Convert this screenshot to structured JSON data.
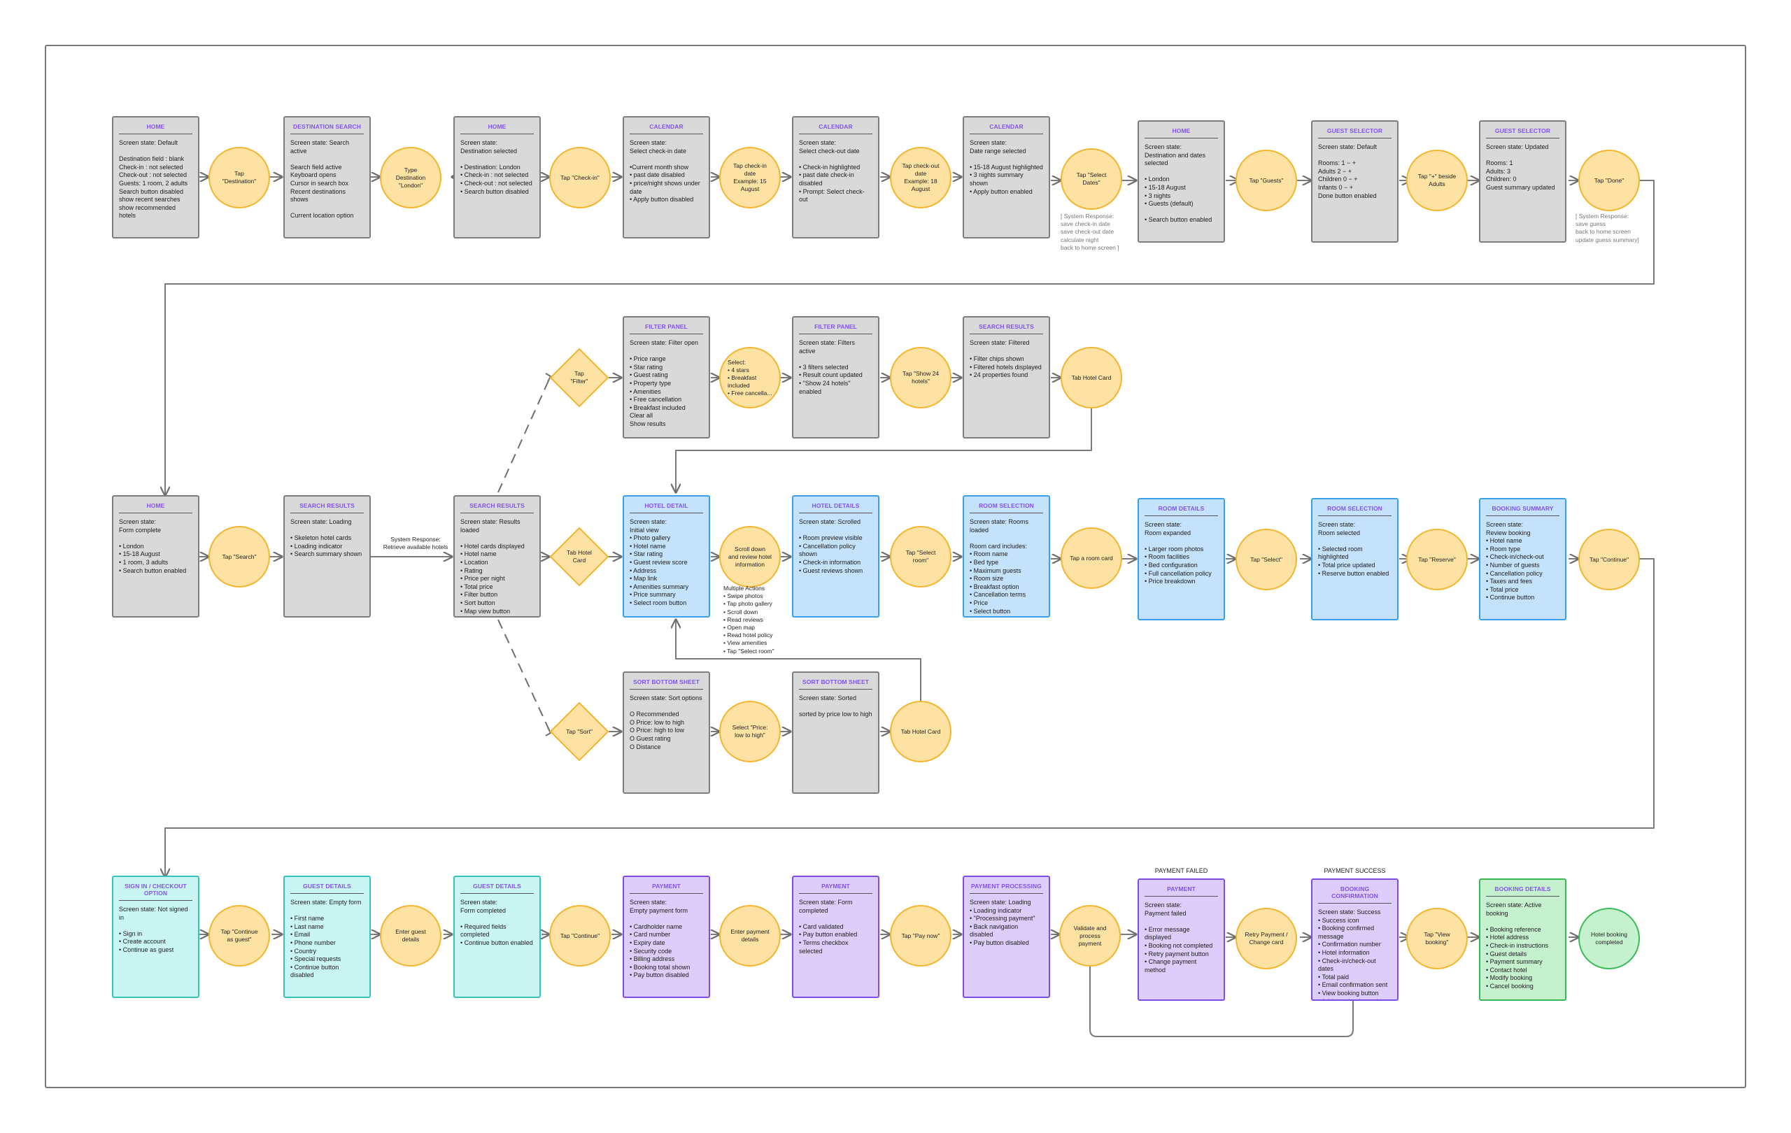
{
  "nodes": [
    {
      "title": "HOME",
      "text": "Screen state: Default\n\nDestination field : blank\nCheck-in : not selected\nCheck-out : not selected\nGuests: 1 room, 2 adults\nSearch button disabled\nshow recent searches\nshow recommended hotels"
    },
    {
      "title": "DESTINATION SEARCH",
      "text": "Screen state: Search active\n\nSearch field active\nKeyboard opens\nCursor in search box\nRecent destinations shows\n\nCurrent location option"
    },
    {
      "title": "HOME",
      "text": "Screen state:\nDestination selected\n\n• Destination: London\n• Check-in : not selected\n• Check-out : not selected\n• Search button disabled"
    },
    {
      "title": "CALENDAR",
      "text": "Screen state:\nSelect check-in date\n\n•Current month show\n• past date disabled\n• price/night shows under date\n• Apply button disabled"
    },
    {
      "title": "CALENDAR",
      "text": "Screen state:\nSelect check-out date\n\n• Check-in highlighted\n• past date check-in disabled\n• Prompt: Select check-out"
    },
    {
      "title": "CALENDAR",
      "text": "Screen state:\nDate range  selected\n\n• 15-18 August highlighted\n• 3 nights summary shown\n• Apply button enabled"
    },
    {
      "title": "HOME",
      "text": "Screen state:\nDestination and dates selected\n\n• London\n• 15-18 August\n• 3 nights\n• Guests (default)\n\n• Search button enabled"
    },
    {
      "title": "GUEST SELECTOR",
      "text": "Screen state: Default\n\nRooms:       1    −  +\nAdults        2    −  +\nChildren     0    −  +\nInfants       0    −  +\nDone button enabled"
    },
    {
      "title": "GUEST SELECTOR",
      "text": "Screen state: Updated\n\nRooms: 1\nAdults: 3\nChildren: 0\nGuest summary updated"
    },
    {
      "title": "FILTER PANEL",
      "text": "Screen state: Filter open\n\n• Price range\n• Star rating\n• Guest rating\n• Property type\n• Amenities\n• Free cancellation\n• Breakfast included\nClear all\nShow results"
    },
    {
      "title": "FILTER PANEL",
      "text": "Screen state: Filters active\n\n• 3 filters selected\n• Result count updated\n• \"Show 24 hotels\" enabled"
    },
    {
      "title": "SEARCH RESULTS",
      "text": "Screen state: Filtered\n\n• Filter chips shown\n• Filtered hotels displayed\n• 24 properties found"
    },
    {
      "title": "HOME",
      "text": "Screen state:\nForm complete\n\n• London\n• 15-18 August\n• 1 room, 3 adults\n• Search button enabled"
    },
    {
      "title": "SEARCH RESULTS",
      "text": "Screen state: Loading\n\n• Skeleton hotel cards\n• Loading indicator\n• Search summary shown"
    },
    {
      "title": "SEARCH RESULTS",
      "text": "Screen state: Results loaded\n\n• Hotel cards displayed\n   • Hotel name\n   • Location\n   • Rating\n   • Price per night\n   • Total price\n• Filter button\n• Sort button\n• Map view button"
    },
    {
      "title": "HOTEL DETAIL",
      "text": "Screen state:\nInitial view\n• Photo gallery\n• Hotel name\n• Star rating\n• Guest review score\n• Address\n• Map link\n• Amenities summary\n• Price summary\n• Select room button"
    },
    {
      "title": "HOTEL DETAILS",
      "text": "Screen state: Scrolled\n\n• Room preview visible\n• Cancellation policy shown\n• Check-in information\n• Guest reviews shown"
    },
    {
      "title": "ROOM SELECTION",
      "text": "Screen state: Rooms loaded\n\nRoom card includes:\n• Room name\n• Bed type\n• Maximum guests\n• Room size\n• Breakfast option\n• Cancellation terms\n• Price\n• Select button"
    },
    {
      "title": "ROOM DETAILS",
      "text": "Screen state:\nRoom expanded\n\n• Larger room photos\n• Room facilities\n• Bed configuration\n• Full cancellation policy\n• Price breakdown"
    },
    {
      "title": "ROOM SELECTION",
      "text": "Screen state:\nRoom selected\n\n• Selected room highlighted\n• Total price updated\n• Reserve button enabled"
    },
    {
      "title": "BOOKING SUMMARY",
      "text": "Screen state:\nReview booking\n• Hotel name\n• Room type\n• Check-in/check-out\n• Number of guests\n• Cancellation policy\n• Taxes and fees\n• Total price\n• Continue button"
    },
    {
      "title": "SORT BOTTOM SHEET",
      "text": "Screen state: Sort options\n\nO Recommended\nO Price: low to high\nO Price: high to low\nO Guest rating\nO Distance"
    },
    {
      "title": "SORT BOTTOM SHEET",
      "text": "Screen state: Sorted\n\nsorted by price low to high"
    },
    {
      "title": "SIGN IN / CHECKOUT OPTION",
      "text": "Screen state: Not signed in\n\n• Sign in\n• Create account\n• Continue as guest"
    },
    {
      "title": "GUEST DETAILS",
      "text": "Screen state: Empty form\n\n• First name\n• Last name\n• Email\n• Phone number\n• Country\n• Special requests\n• Continue button disabled"
    },
    {
      "title": "GUEST DETAILS",
      "text": "Screen state:\nForm completed\n\n• Required fields completed\n• Continue button enabled"
    },
    {
      "title": "PAYMENT",
      "text": "Screen state:\nEmpty payment form\n\n• Cardholder name\n• Card number\n• Expiry date\n• Security code\n• Billing address\n• Booking total shown\n• Pay button disabled"
    },
    {
      "title": "PAYMENT",
      "text": "Screen state: Form completed\n\n• Card validated\n• Pay button enabled\n• Terms checkbox selected"
    },
    {
      "title": "PAYMENT PROCESSING",
      "text": "Screen state: Loading\n• Loading indicator\n• \"Processing payment\"\n• Back navigation disabled\n• Pay button disabled"
    },
    {
      "title": "PAYMENT",
      "text": "Screen state:\nPayment failed\n\n• Error message displayed\n• Booking not completed\n• Retry payment button\n• Change payment method"
    },
    {
      "title": "BOOKING CONFIRMATION",
      "text": "Screen state: Success\n• Success icon\n• Booking confirmed message\n• Confirmation number\n• Hotel information\n• Check-in/check-out dates\n• Total paid\n• Email confirmation sent\n• View booking button\n• Add to calendar option"
    },
    {
      "title": "BOOKING DETAILS",
      "text": "Screen state: Active booking\n\n• Booking reference\n• Hotel address\n• Check-in instructions\n• Guest details\n• Payment summary\n• Contact hotel\n• Modify booking\n• Cancel booking"
    }
  ],
  "actions": [
    "Tap\n\"Destination\"",
    "Type\nDestination\n\"London\"",
    "Tap \"Check-in\"",
    "Tap check-in\ndate\nExample: 15\nAugust",
    "Tap check-out\ndate\nExample: 18\nAugust",
    "Tap \"Select\nDates\"",
    "Tap \"Guests\"",
    "Tap \"+\" beside\nAdults",
    "Tap \"Done\"",
    "Select:\n• 4 stars\n• Breakfast\nincluded\n• Free cancella...",
    "Tap \"Show 24\nhotels\"",
    "Tab Hotel Card",
    "Tap \"Search\"",
    "Scroll down\nand review hotel\ninformation",
    "Tap \"Select\nroom\"",
    "Tap a room card",
    "Tap \"Select\"",
    "Tap \"Reserve\"",
    "Tap \"Continue\"",
    "Select \"Price:\nlow to high\"",
    "Tab Hotel Card",
    "Tap \"Continue\nas guest\"",
    "Enter guest\ndetails",
    "Tap \"Continue\"",
    "Enter payment\ndetails",
    "Tap \"Pay now\"",
    "Validate and\nprocess\npayment",
    "Retry Payment /\nChange card",
    "Tap \"View\nbooking\"",
    "Hotel booking\ncompleted"
  ],
  "decisions": [
    "Tap\n\"Filter\"",
    "Tab Hotel\nCard",
    "Tap \"Sort\""
  ],
  "notes": [
    "[ System Response:\nsave check-in date\nsave check-out date\ncalculate night\nback to home screen ]",
    "[ System Response:\nsave guess\nback to home screen\nupdate guess summary]",
    "System Response:\nRetrieve available hotels",
    "Multiple Actions\n• Swipe photos\n• Tap photo gallery\n• Scroll down\n• Read reviews\n• Open map\n• Read hotel policy\n• View amenities\n• Tap \"Select room\"",
    "PAYMENT FAILED",
    "PAYMENT SUCCESS"
  ],
  "colors": {
    "frame": "#777777",
    "connector": "#7a7a7a",
    "title": "#8352f2",
    "action_fill": "#fde2a4",
    "action_stroke": "#f4b52e"
  }
}
